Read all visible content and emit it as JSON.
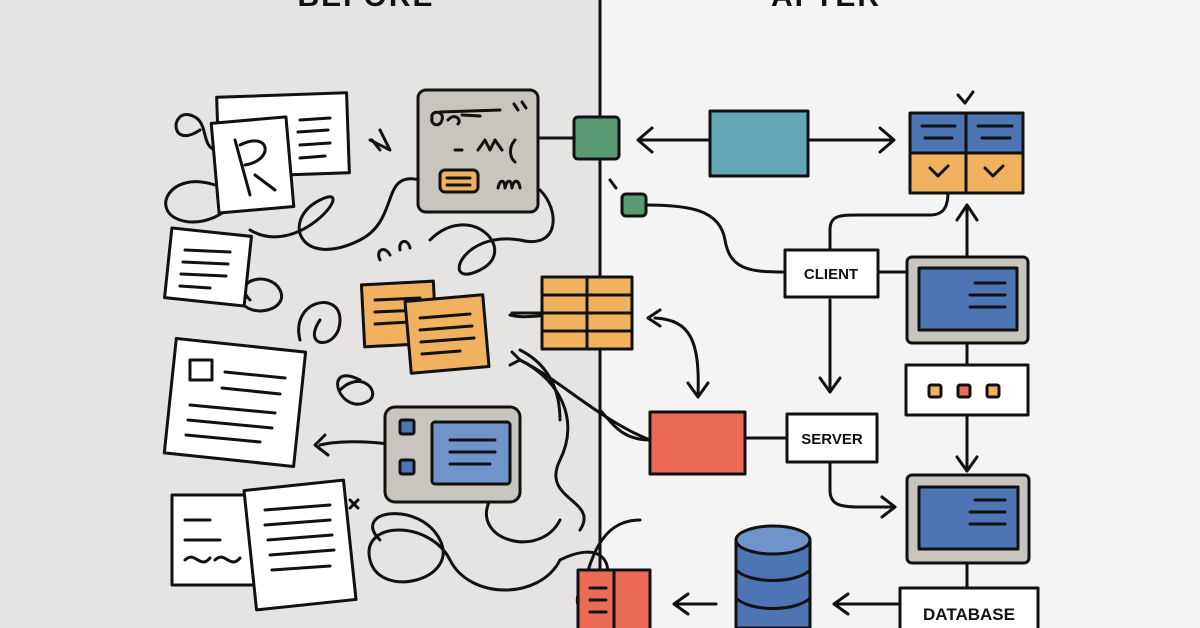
{
  "headings": {
    "before": "BEFORE",
    "after": "AFTER"
  },
  "nodes": {
    "client": "CLIENT",
    "server": "SERVER",
    "database": "DATABASE"
  },
  "colors": {
    "before_bg": "#e5e4e2",
    "after_bg": "#f4f4f4",
    "teal": "#62a8b6",
    "blue": "#4d74b3",
    "orange": "#f0b25f",
    "green": "#5a9a72",
    "red": "#ea6a55",
    "gray_panel": "#c8c4be"
  }
}
